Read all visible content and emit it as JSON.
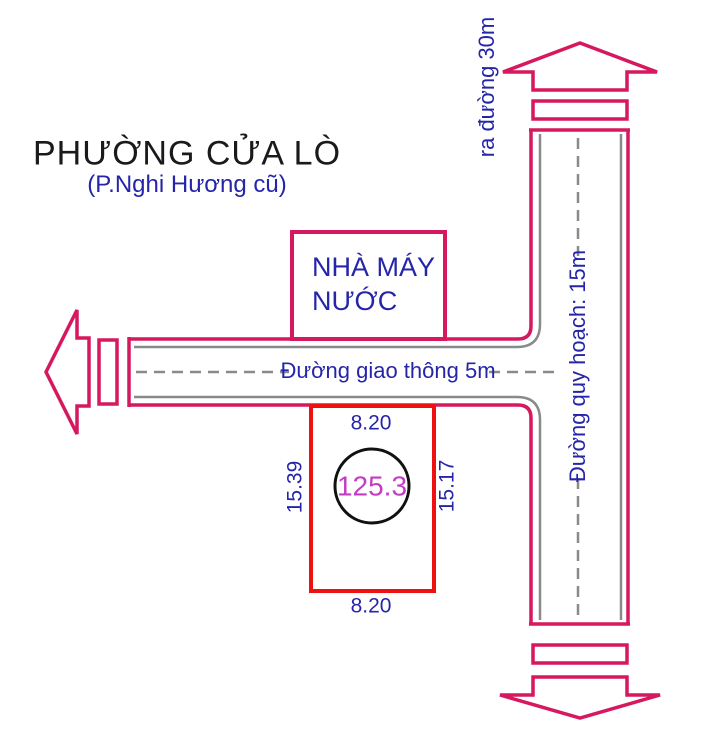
{
  "region": {
    "title": "PHƯỜNG CỬA LÒ",
    "subtitle": "(P.Nghi Hương cũ)"
  },
  "labels": {
    "water_plant_line1": "NHÀ MÁY",
    "water_plant_line2": "NƯỚC",
    "road_horizontal": "Đường giao thông 5m",
    "road_vertical": "Đường quy hoạch: 15m",
    "exit_road": "ra đường 30m"
  },
  "plot": {
    "area": "125.3",
    "edge_top": "8.20",
    "edge_bottom": "8.20",
    "edge_left": "15.39",
    "edge_right": "15.17"
  },
  "colors": {
    "crimson": "#d6185e",
    "plot_red": "#ee1111",
    "text_blue": "#2525aa",
    "area_magenta": "#c63bc6",
    "line_gray": "#8a8a8a",
    "title_black": "#1a1a1a"
  }
}
